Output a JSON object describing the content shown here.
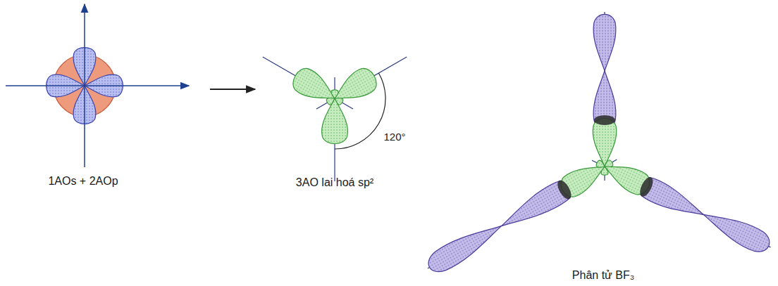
{
  "diagram": {
    "labels": [
      "1AOs + 2AOp",
      "3AO lai hoá sp²",
      "120°",
      "Phân tử BF₃"
    ]
  }
}
